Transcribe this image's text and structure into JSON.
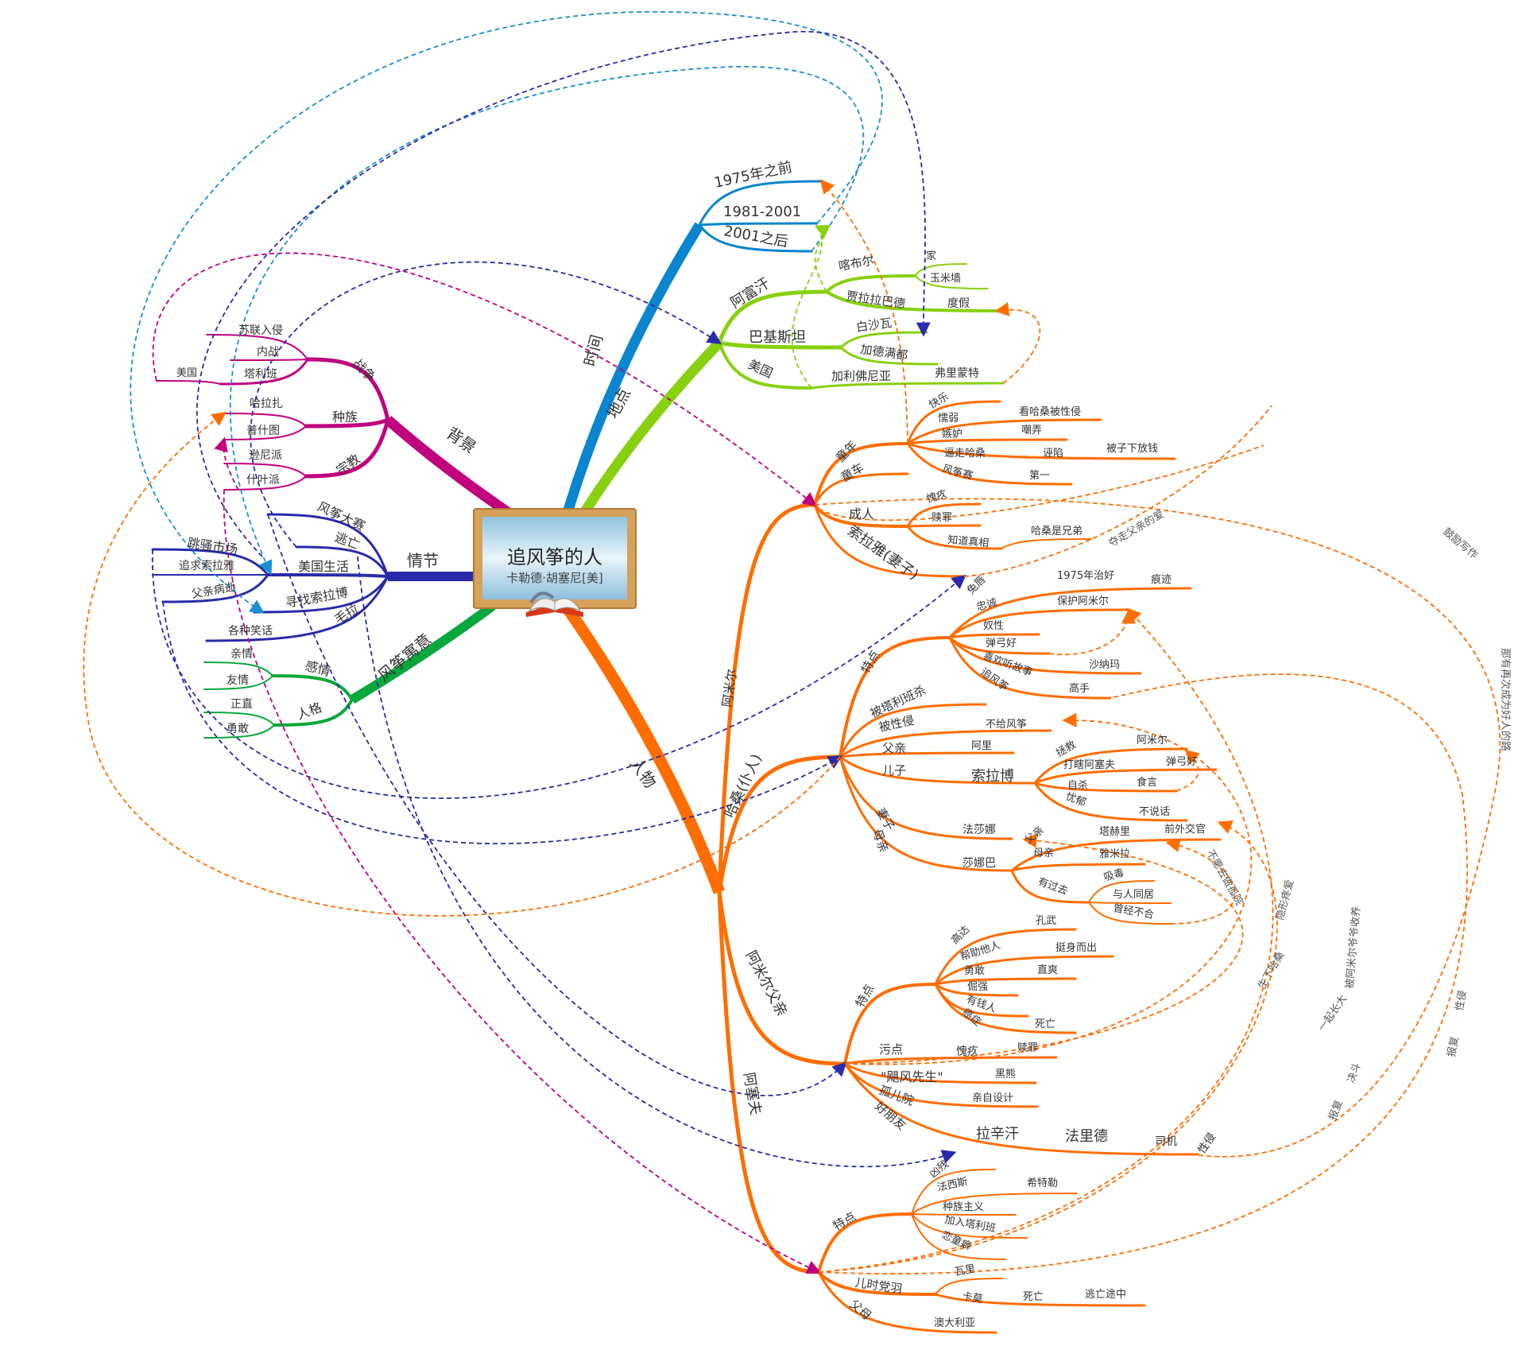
{
  "center": {
    "title": "追风筝的人",
    "author": "卡勒德·胡塞尼[美]"
  },
  "colors": {
    "time": "#0a85d0",
    "place": "#88d010",
    "people": "#ff6d00",
    "background": "#c0007e",
    "plot": "#2a2aaa",
    "meaning": "#0aa83c"
  },
  "time": {
    "label": "时间",
    "items": [
      "1975年之前",
      "1981-2001",
      "2001之后"
    ]
  },
  "place": {
    "label": "地点",
    "afghanistan": "阿富汗",
    "kabul": "喀布尔",
    "kabul_items": [
      "家",
      "玉米墙"
    ],
    "jalalabad": "贾拉拉巴德",
    "vacation": "度假",
    "pakistan": "巴基斯坦",
    "pakistan_items": [
      "白沙瓦",
      "加德满都"
    ],
    "usa": "美国",
    "california": "加利佛尼亚",
    "fremont": "弗里蒙特"
  },
  "background": {
    "label": "背景",
    "war": "战争",
    "war_items": [
      "苏联入侵",
      "内战",
      "塔利班"
    ],
    "usa": "美国",
    "race": "种族",
    "race_items": [
      "哈拉扎",
      "普什图"
    ],
    "religion": "宗教",
    "religion_items": [
      "逊尼派",
      "什叶派"
    ]
  },
  "plot": {
    "label": "情节",
    "kite_contest": "风筝大赛",
    "escape": "逃亡",
    "us_life": "美国生活",
    "us_life_items": [
      "跳骚市场",
      "追求索拉雅",
      "父亲病逝"
    ],
    "find_sohrab": "寻找索拉博",
    "mullah": "毛拉",
    "jokes": "各种笑话"
  },
  "meaning": {
    "label": "风筝寓意",
    "emotion": "感情",
    "emotion_items": [
      "亲情",
      "友情"
    ],
    "character": "人格",
    "character_items": [
      "正直",
      "勇敢"
    ]
  },
  "people": {
    "label": "人物",
    "amir": {
      "label": "阿米尔",
      "childhood": "童年",
      "childhood2": "童车",
      "childhood_items": [
        "快乐",
        "懦弱",
        "看哈桑被性侵",
        "嫉妒",
        "嘲弄",
        "逼走哈桑",
        "诬陷",
        "被子下放钱",
        "风筝赛",
        "第一"
      ],
      "adult": "成人",
      "adult_items": [
        "愧疚",
        "赎罪",
        "知道真相",
        "哈桑是兄弟"
      ],
      "wife": "索拉雅(妻子)"
    },
    "hassan": {
      "label": "哈桑(仆人)",
      "traits": "特点",
      "trait_items": [
        "兔唇",
        "1975年治好",
        "痕迹",
        "忠诚",
        "保护阿米尔",
        "奴性",
        "弹弓好",
        "喜欢听故事",
        "沙纳玛",
        "追风筝",
        "高手"
      ],
      "killed": "被塔利班杀",
      "assaulted": "被性侵",
      "no_kite": "不给风筝",
      "father": "父亲",
      "ali": "阿里",
      "son": "儿子",
      "sohrab": "索拉博",
      "sohrab_items": [
        "拯救",
        "阿米尔",
        "打瞎阿塞夫",
        "弹弓好",
        "自杀",
        "食言",
        "忧郁",
        "不说话"
      ],
      "wife": "妻子",
      "mother": "母亲",
      "farzana": "法莎娜",
      "sanaubar": "莎娜巴",
      "sanaubar_items": [
        "父亲",
        "塔赫里",
        "前外交官",
        "母亲",
        "雅米拉",
        "有过去",
        "吸毒",
        "与人同居",
        "曾经不合"
      ]
    },
    "baba": {
      "label": "阿米尔父亲",
      "traits": "特点",
      "trait_items": [
        "高达",
        "孔武",
        "帮助他人",
        "挺身而出",
        "勇敢",
        "直爽",
        "倔强",
        "有钱人",
        "癌症",
        "死亡"
      ],
      "stain": "污点",
      "guilt": "愧疚",
      "atone": "赎罪",
      "nickname": "\"飓风先生\"",
      "bear": "黑熊",
      "orphanage": "孤儿院",
      "designed": "亲自设计",
      "friend": "好朋友",
      "rahim": "拉辛汗",
      "farid": "法里德",
      "driver": "司机",
      "assault": "性侵"
    },
    "assef": {
      "label": "阿塞夫",
      "traits": "特点",
      "trait_items": [
        "凶残",
        "法西斯",
        "希特勒",
        "种族主义",
        "加入塔利班",
        "恋童癖"
      ],
      "gang": "儿时党羽",
      "gang_items": [
        "瓦里",
        "卡莫",
        "死亡",
        "逃亡途中"
      ],
      "parents": "父母",
      "australia": "澳大利亚"
    }
  },
  "connector_labels": [
    "鼓励写作",
    "那有再次成为好人的路",
    "隐形疼爱",
    "生下哈桑",
    "被阿米尔爷爷收养",
    "一起长大",
    "报复",
    "决斗",
    "报复",
    "性侵",
    "夺走父亲的爱",
    "不愿去做孤院"
  ]
}
